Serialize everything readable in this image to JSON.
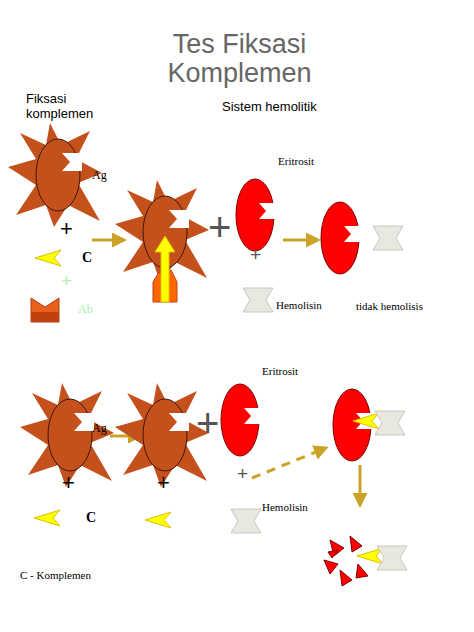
{
  "diagram": {
    "title": "Tes Fiksasi Komplemen",
    "nodes": [
      {
        "text": [
          "Ag"
        ]
      },
      {
        "text": [
          "C"
        ]
      },
      {
        "text": [
          "Ab"
        ]
      },
      {
        "text": [
          "Eritrosit"
        ]
      },
      {
        "text": [
          "Hemolisin"
        ]
      },
      {
        "text": [
          "Ag"
        ]
      },
      {
        "text": [
          "C"
        ]
      },
      {
        "text": [
          "Eritrosit"
        ]
      },
      {
        "text": [
          "Hemolisin"
        ]
      }
    ],
    "labels": [
      "Fiksasi komplemen",
      "Sistem hemolitik",
      "+",
      "+",
      "+",
      "+",
      "tidak hemolisis",
      "+",
      "+",
      "+",
      "+",
      "C - Komplemen"
    ]
  }
}
